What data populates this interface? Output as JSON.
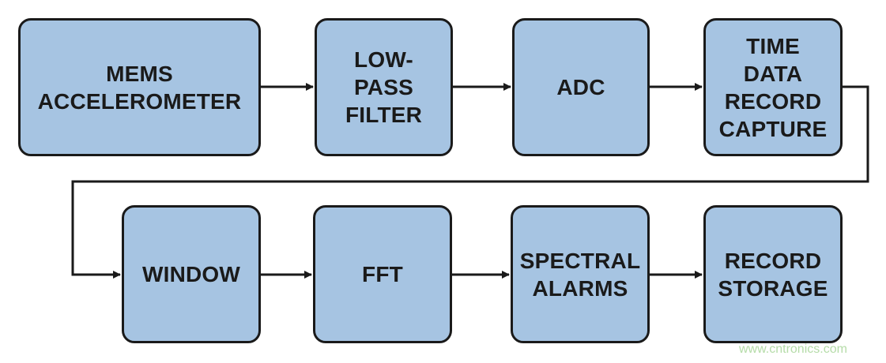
{
  "diagram": {
    "blocks": [
      {
        "id": "mems",
        "label": "MEMS\nACCELEROMETER"
      },
      {
        "id": "lpf",
        "label": "LOW-\nPASS\nFILTER"
      },
      {
        "id": "adc",
        "label": "ADC"
      },
      {
        "id": "capture",
        "label": "TIME\nDATA\nRECORD\nCAPTURE"
      },
      {
        "id": "window",
        "label": "WINDOW"
      },
      {
        "id": "fft",
        "label": "FFT"
      },
      {
        "id": "alarms",
        "label": "SPECTRAL\nALARMS"
      },
      {
        "id": "storage",
        "label": "RECORD\nSTORAGE"
      }
    ],
    "connections": [
      {
        "from": "mems",
        "to": "lpf"
      },
      {
        "from": "lpf",
        "to": "adc"
      },
      {
        "from": "adc",
        "to": "capture"
      },
      {
        "from": "capture",
        "to": "window"
      },
      {
        "from": "window",
        "to": "fft"
      },
      {
        "from": "fft",
        "to": "alarms"
      },
      {
        "from": "alarms",
        "to": "storage"
      }
    ],
    "colors": {
      "block_fill": "#a6c4e2",
      "stroke": "#1a1a1a",
      "watermark": "#b5dca8"
    }
  },
  "watermark": "www.cntronics.com"
}
